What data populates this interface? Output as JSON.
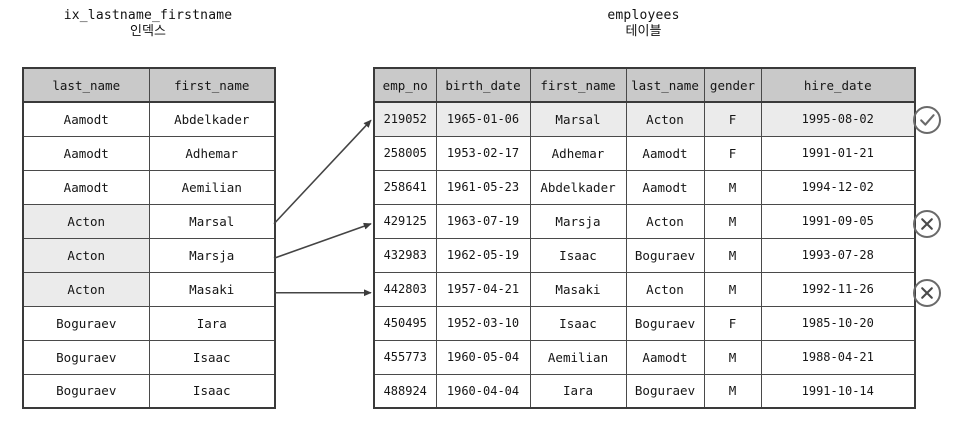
{
  "index_panel": {
    "title": "ix_lastname_firstname",
    "subtitle": "인덱스",
    "columns": [
      "last_name",
      "first_name"
    ],
    "rows": [
      {
        "last_name": "Aamodt",
        "first_name": "Abdelkader",
        "highlight": false
      },
      {
        "last_name": "Aamodt",
        "first_name": "Adhemar",
        "highlight": false
      },
      {
        "last_name": "Aamodt",
        "first_name": "Aemilian",
        "highlight": false
      },
      {
        "last_name": "Acton",
        "first_name": "Marsal",
        "highlight": true
      },
      {
        "last_name": "Acton",
        "first_name": "Marsja",
        "highlight": true
      },
      {
        "last_name": "Acton",
        "first_name": "Masaki",
        "highlight": true
      },
      {
        "last_name": "Boguraev",
        "first_name": "Iara",
        "highlight": false
      },
      {
        "last_name": "Boguraev",
        "first_name": "Isaac",
        "highlight": false
      },
      {
        "last_name": "Boguraev",
        "first_name": "Isaac",
        "highlight": false
      }
    ]
  },
  "employees_panel": {
    "title": "employees",
    "subtitle": "테이블",
    "columns": [
      "emp_no",
      "birth_date",
      "first_name",
      "last_name",
      "gender",
      "hire_date"
    ],
    "rows": [
      {
        "emp_no": "219052",
        "birth_date": "1965-01-06",
        "first_name": "Marsal",
        "last_name": "Acton",
        "gender": "F",
        "hire_date": "1995-08-02",
        "highlight": true
      },
      {
        "emp_no": "258005",
        "birth_date": "1953-02-17",
        "first_name": "Adhemar",
        "last_name": "Aamodt",
        "gender": "F",
        "hire_date": "1991-01-21",
        "highlight": false
      },
      {
        "emp_no": "258641",
        "birth_date": "1961-05-23",
        "first_name": "Abdelkader",
        "last_name": "Aamodt",
        "gender": "M",
        "hire_date": "1994-12-02",
        "highlight": false
      },
      {
        "emp_no": "429125",
        "birth_date": "1963-07-19",
        "first_name": "Marsja",
        "last_name": "Acton",
        "gender": "M",
        "hire_date": "1991-09-05",
        "highlight": false
      },
      {
        "emp_no": "432983",
        "birth_date": "1962-05-19",
        "first_name": "Isaac",
        "last_name": "Boguraev",
        "gender": "M",
        "hire_date": "1993-07-28",
        "highlight": false
      },
      {
        "emp_no": "442803",
        "birth_date": "1957-04-21",
        "first_name": "Masaki",
        "last_name": "Acton",
        "gender": "M",
        "hire_date": "1992-11-26",
        "highlight": false
      },
      {
        "emp_no": "450495",
        "birth_date": "1952-03-10",
        "first_name": "Isaac",
        "last_name": "Boguraev",
        "gender": "F",
        "hire_date": "1985-10-20",
        "highlight": false
      },
      {
        "emp_no": "455773",
        "birth_date": "1960-05-04",
        "first_name": "Aemilian",
        "last_name": "Aamodt",
        "gender": "M",
        "hire_date": "1988-04-21",
        "highlight": false
      },
      {
        "emp_no": "488924",
        "birth_date": "1960-04-04",
        "first_name": "Iara",
        "last_name": "Boguraev",
        "gender": "M",
        "hire_date": "1991-10-14",
        "highlight": false
      }
    ]
  },
  "arrows": [
    {
      "name": "arrow-marsal-to-219052",
      "from_row": 3,
      "to_row": 0
    },
    {
      "name": "arrow-marsja-to-429125",
      "from_row": 4,
      "to_row": 3
    },
    {
      "name": "arrow-masaki-to-442803",
      "from_row": 5,
      "to_row": 5
    }
  ],
  "markers": [
    {
      "name": "check-marker",
      "icon": "check-circle-icon",
      "row": 0,
      "symbol": "✓"
    },
    {
      "name": "cross-marker-1",
      "icon": "x-circle-icon",
      "row": 3,
      "symbol": "✕"
    },
    {
      "name": "cross-marker-2",
      "icon": "x-circle-icon",
      "row": 5,
      "symbol": "✕"
    }
  ],
  "colors": {
    "header_fill": "#c9c9c9",
    "highlight_fill": "#ebebeb",
    "border": "#3a3a3a",
    "grid_line": "#4a4a4a",
    "text": "#151515",
    "arrow": "#444444",
    "marker_stroke": "#6a6a6a"
  }
}
